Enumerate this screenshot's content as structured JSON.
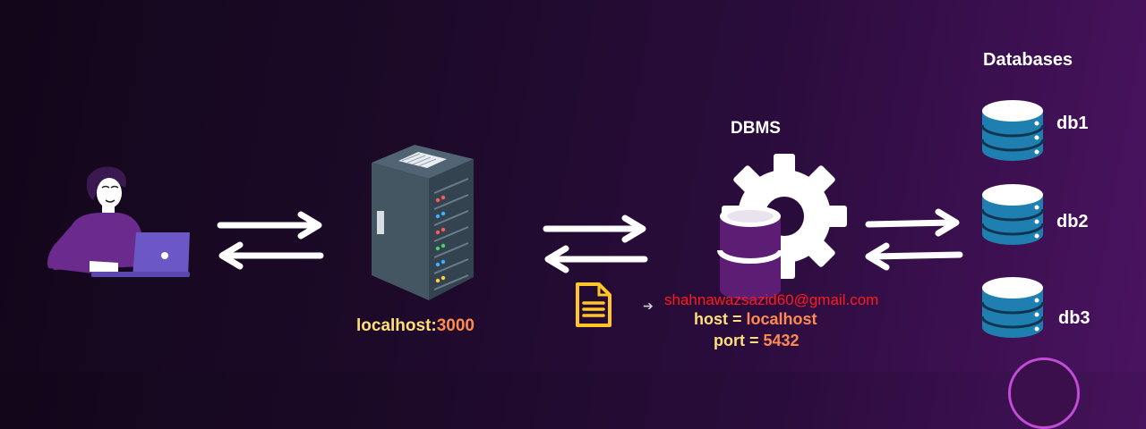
{
  "labels": {
    "databases": "Databases",
    "dbms": "DBMS",
    "db1": "db1",
    "db2": "db2",
    "db3": "db3",
    "localhost_host": "localhost:",
    "localhost_port": "3000",
    "email": "shahnawazsazid60@gmail.com",
    "host_key": "host = ",
    "host_value": "localhost",
    "port_key": "port = ",
    "port_value": "5432"
  },
  "colors": {
    "accent_orange": "#ff8a50",
    "label_yellow": "#ffdf7a",
    "email_red": "#ff1a1a",
    "db_blue": "#1f7fb0",
    "dbms_purple": "#5e1d74",
    "server_body": "#3b4a57",
    "person_shirt": "#6a2a8e",
    "laptop": "#6b57c6"
  },
  "icons": {
    "user": "person-with-laptop-icon",
    "server": "server-rack-icon",
    "dbms": "gear-with-database-icon",
    "database": "database-cylinder-icon",
    "document": "document-icon",
    "arrows": "bidirectional-arrows-icon"
  }
}
